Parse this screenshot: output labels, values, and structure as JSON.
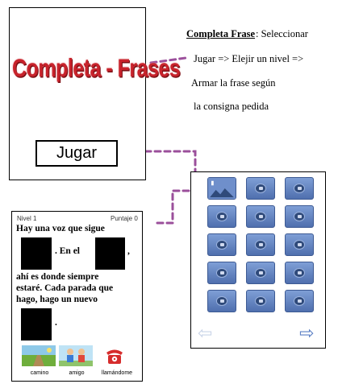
{
  "title_screen": {
    "logo_text": "Completa - Frases",
    "play_label": "Jugar"
  },
  "description": {
    "title": "Completa Frase",
    "line1_rest": ": Seleccionar",
    "line2": "Jugar => Elejir un nivel =>",
    "line3": "Armar la frase según",
    "line4": "la consigna pedida"
  },
  "level_select": {
    "rows": 5,
    "cols": 3,
    "unlocked_levels": 1,
    "tile_color": "#6f8fcb",
    "prev_arrow": "⇦",
    "next_arrow": "⇨"
  },
  "game": {
    "level_label": "Nivel 1",
    "score_label": "Puntaje 0",
    "story_line1": "Hay una voz que sigue",
    "story_line2_mid": ". En el",
    "story_line2_end": ",",
    "story_line3": "ahí es donde siempre",
    "story_line4": "estaré. Cada parada que",
    "story_line5": "hago, hago un nuevo",
    "story_line6_end": ".",
    "options": [
      {
        "label": "camino",
        "icon": "road-picture"
      },
      {
        "label": "amigo",
        "icon": "friends-picture"
      },
      {
        "label": "llamándome",
        "icon": "telephone-picture"
      }
    ]
  },
  "colors": {
    "connector": "#9b4f9b",
    "logo_red": "#c8232c"
  }
}
